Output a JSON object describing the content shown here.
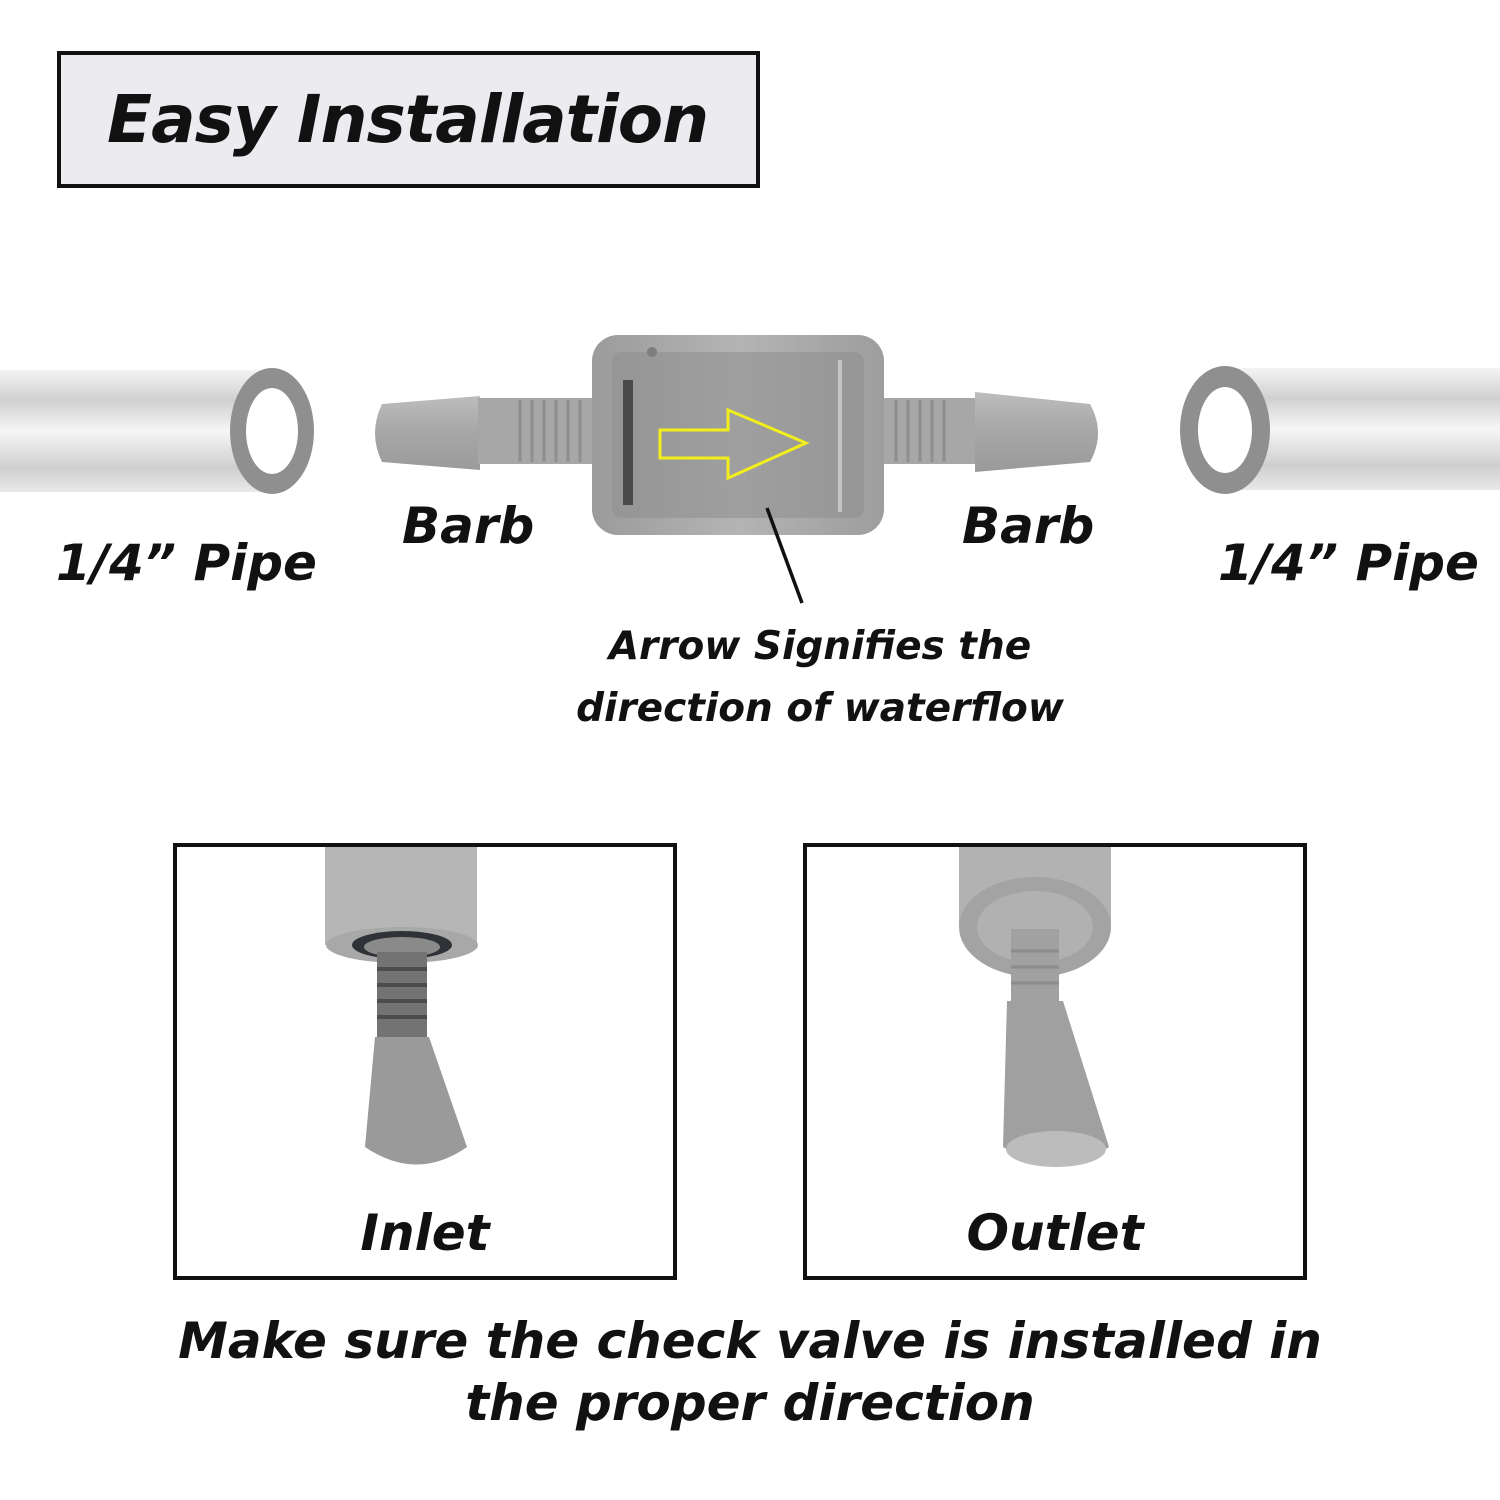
{
  "title": "Easy Installation",
  "labels": {
    "pipe_left": "1/4” Pipe",
    "pipe_right": "1/4” Pipe",
    "barb_left": "Barb",
    "barb_right": "Barb",
    "arrow_note_line1": "Arrow Signifies the",
    "arrow_note_line2": "direction of waterflow"
  },
  "panels": {
    "inlet": "Inlet",
    "outlet": "Outlet"
  },
  "bottom_note": {
    "line1": "Make sure the check valve is installed in",
    "line2": "the proper direction"
  },
  "colors": {
    "arrow_outline": "#f2ee1c",
    "valve_gray": "#a9a9a9",
    "pipe_gray": "#8c8c8c"
  }
}
